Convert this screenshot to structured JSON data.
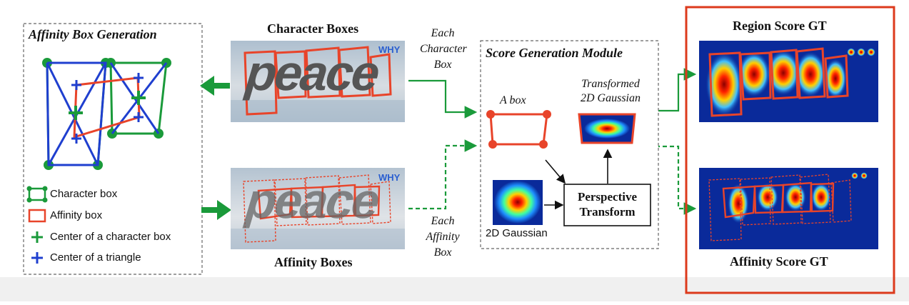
{
  "affinity_panel": {
    "title": "Affinity Box Generation",
    "legend": [
      {
        "label": "Character box",
        "icon": "green-box-icon"
      },
      {
        "label": "Affinity box",
        "icon": "red-box-icon"
      },
      {
        "label": "Center of a character box",
        "icon": "green-plus-icon"
      },
      {
        "label": "Center of a triangle",
        "icon": "blue-plus-icon"
      }
    ]
  },
  "character_boxes": {
    "title": "Character Boxes",
    "word": "peace",
    "watermark": "WHY"
  },
  "affinity_boxes": {
    "title": "Affinity Boxes",
    "word": "peace",
    "watermark": "WHY"
  },
  "arrows": {
    "each_character_box": [
      "Each",
      "Character",
      "Box"
    ],
    "each_affinity_box": [
      "Each",
      "Affinity",
      "Box"
    ]
  },
  "score_module": {
    "title": "Score Generation Module",
    "a_box": "A box",
    "transformed_gaussian": [
      "Transformed",
      "2D Gaussian"
    ],
    "gaussian_2d": "2D Gaussian",
    "perspective_transform": [
      "Perspective",
      "Transform"
    ]
  },
  "outputs": {
    "region_score": "Region Score GT",
    "affinity_score": "Affinity Score GT"
  },
  "colors": {
    "green": "#1a9a3a",
    "blue": "#1f3fcf",
    "red": "#e8442a",
    "heatmap_bg": "#0a2a9a",
    "highlight_border": "#dc3a1c"
  }
}
